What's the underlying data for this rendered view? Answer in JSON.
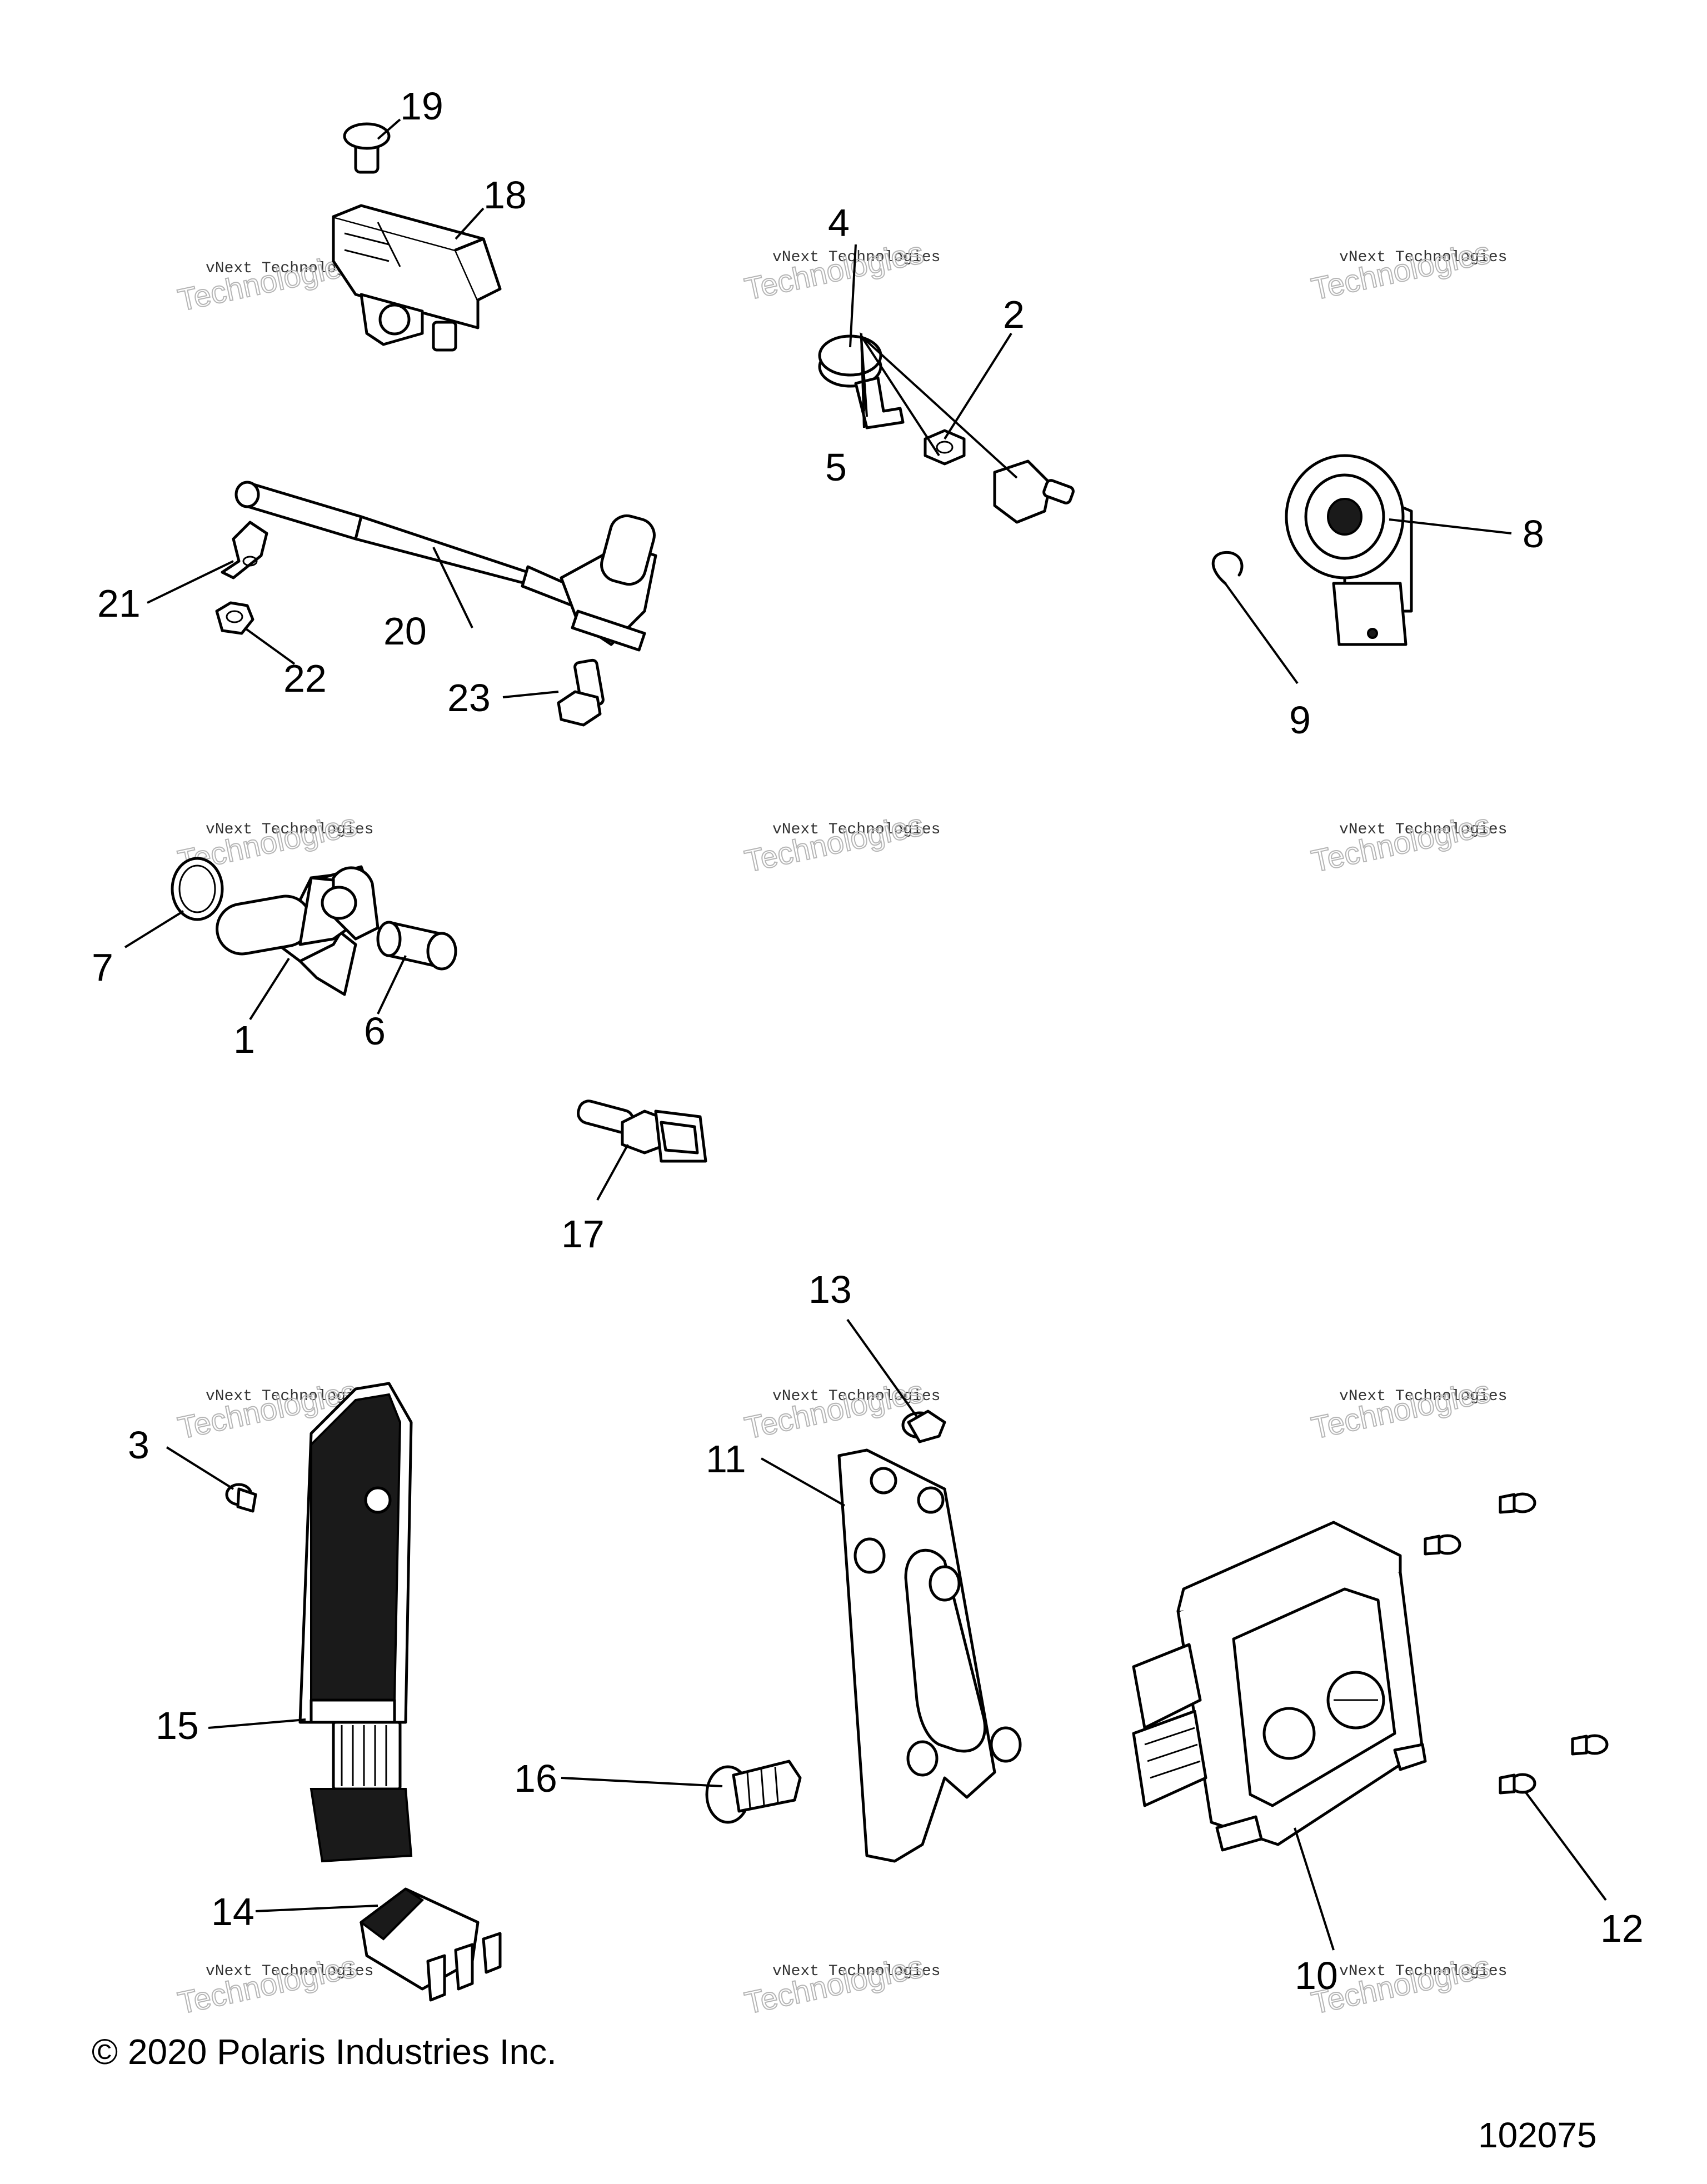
{
  "callouts": [
    {
      "label": "1"
    },
    {
      "label": "2"
    },
    {
      "label": "3"
    },
    {
      "label": "4"
    },
    {
      "label": "5"
    },
    {
      "label": "6"
    },
    {
      "label": "7"
    },
    {
      "label": "8"
    },
    {
      "label": "9"
    },
    {
      "label": "10"
    },
    {
      "label": "11"
    },
    {
      "label": "12"
    },
    {
      "label": "13"
    },
    {
      "label": "14"
    },
    {
      "label": "15"
    },
    {
      "label": "16"
    },
    {
      "label": "17"
    },
    {
      "label": "18"
    },
    {
      "label": "19"
    },
    {
      "label": "20"
    },
    {
      "label": "21"
    },
    {
      "label": "22"
    },
    {
      "label": "23"
    }
  ],
  "watermark": {
    "line1": "vNext Technologies",
    "line2": "vNext",
    "line3": "Technologies"
  },
  "footer": {
    "copyright": "© 2020 Polaris Industries Inc.",
    "diagram_number": "102075"
  }
}
